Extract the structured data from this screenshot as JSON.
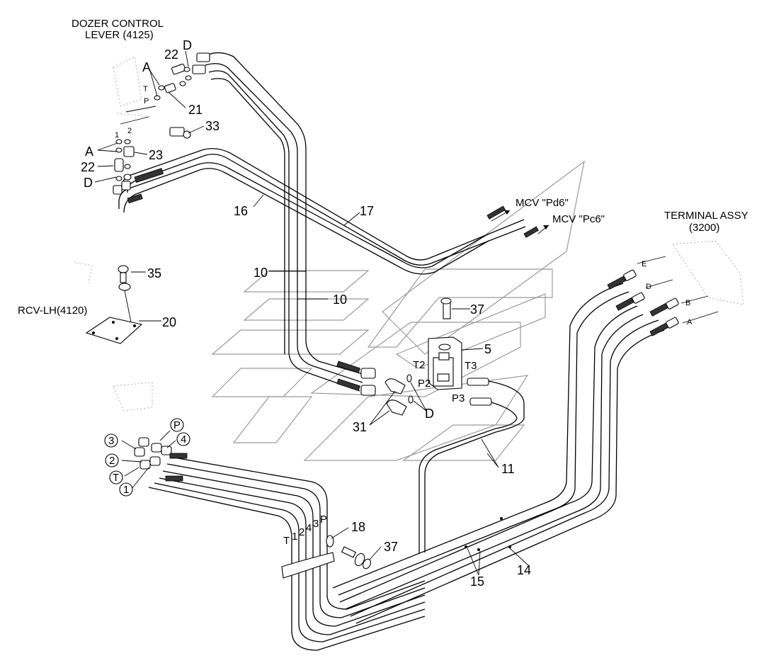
{
  "labels": {
    "dozer_control_lever_line1": "DOZER CONTROL",
    "dozer_control_lever_line2": "LEVER (4125)",
    "terminal_assy_line1": "TERMINAL ASSY",
    "terminal_assy_line2": "(3200)",
    "rcv_lh": "RCV-LH(4120)",
    "mcv_pd6": "MCV \"Pd6\"",
    "mcv_pc6": "MCV \"Pc6\""
  },
  "part_numbers": {
    "p22_top": "22",
    "pD_top": "D",
    "pA_top": "A",
    "p21": "21",
    "p33": "33",
    "pA_mid": "A",
    "p23": "23",
    "p22_mid": "22",
    "pD_mid": "D",
    "p16": "16",
    "p17": "17",
    "p35": "35",
    "p20": "20",
    "p10_a": "10",
    "p10_b": "10",
    "p37_top": "37",
    "p5": "5",
    "p31": "31",
    "pD_valve": "D",
    "p11": "11",
    "p18": "18",
    "p37_bottom": "37",
    "p14": "14",
    "p15": "15"
  },
  "port_labels": {
    "T_small": "T",
    "P_small": "P",
    "one_small": "1",
    "two_small": "2",
    "T2": "T2",
    "T3": "T3",
    "P2": "P2",
    "P3": "P3",
    "E": "E",
    "D": "D",
    "B": "B",
    "A": "A",
    "tube_T": "T",
    "tube_1": "1",
    "tube_2": "2",
    "tube_4": "4",
    "tube_3": "3",
    "tube_P": "P"
  },
  "circled_labels": {
    "c3": "3",
    "c2": "2",
    "cT": "T",
    "c1": "1",
    "cP": "P",
    "c4": "4"
  }
}
